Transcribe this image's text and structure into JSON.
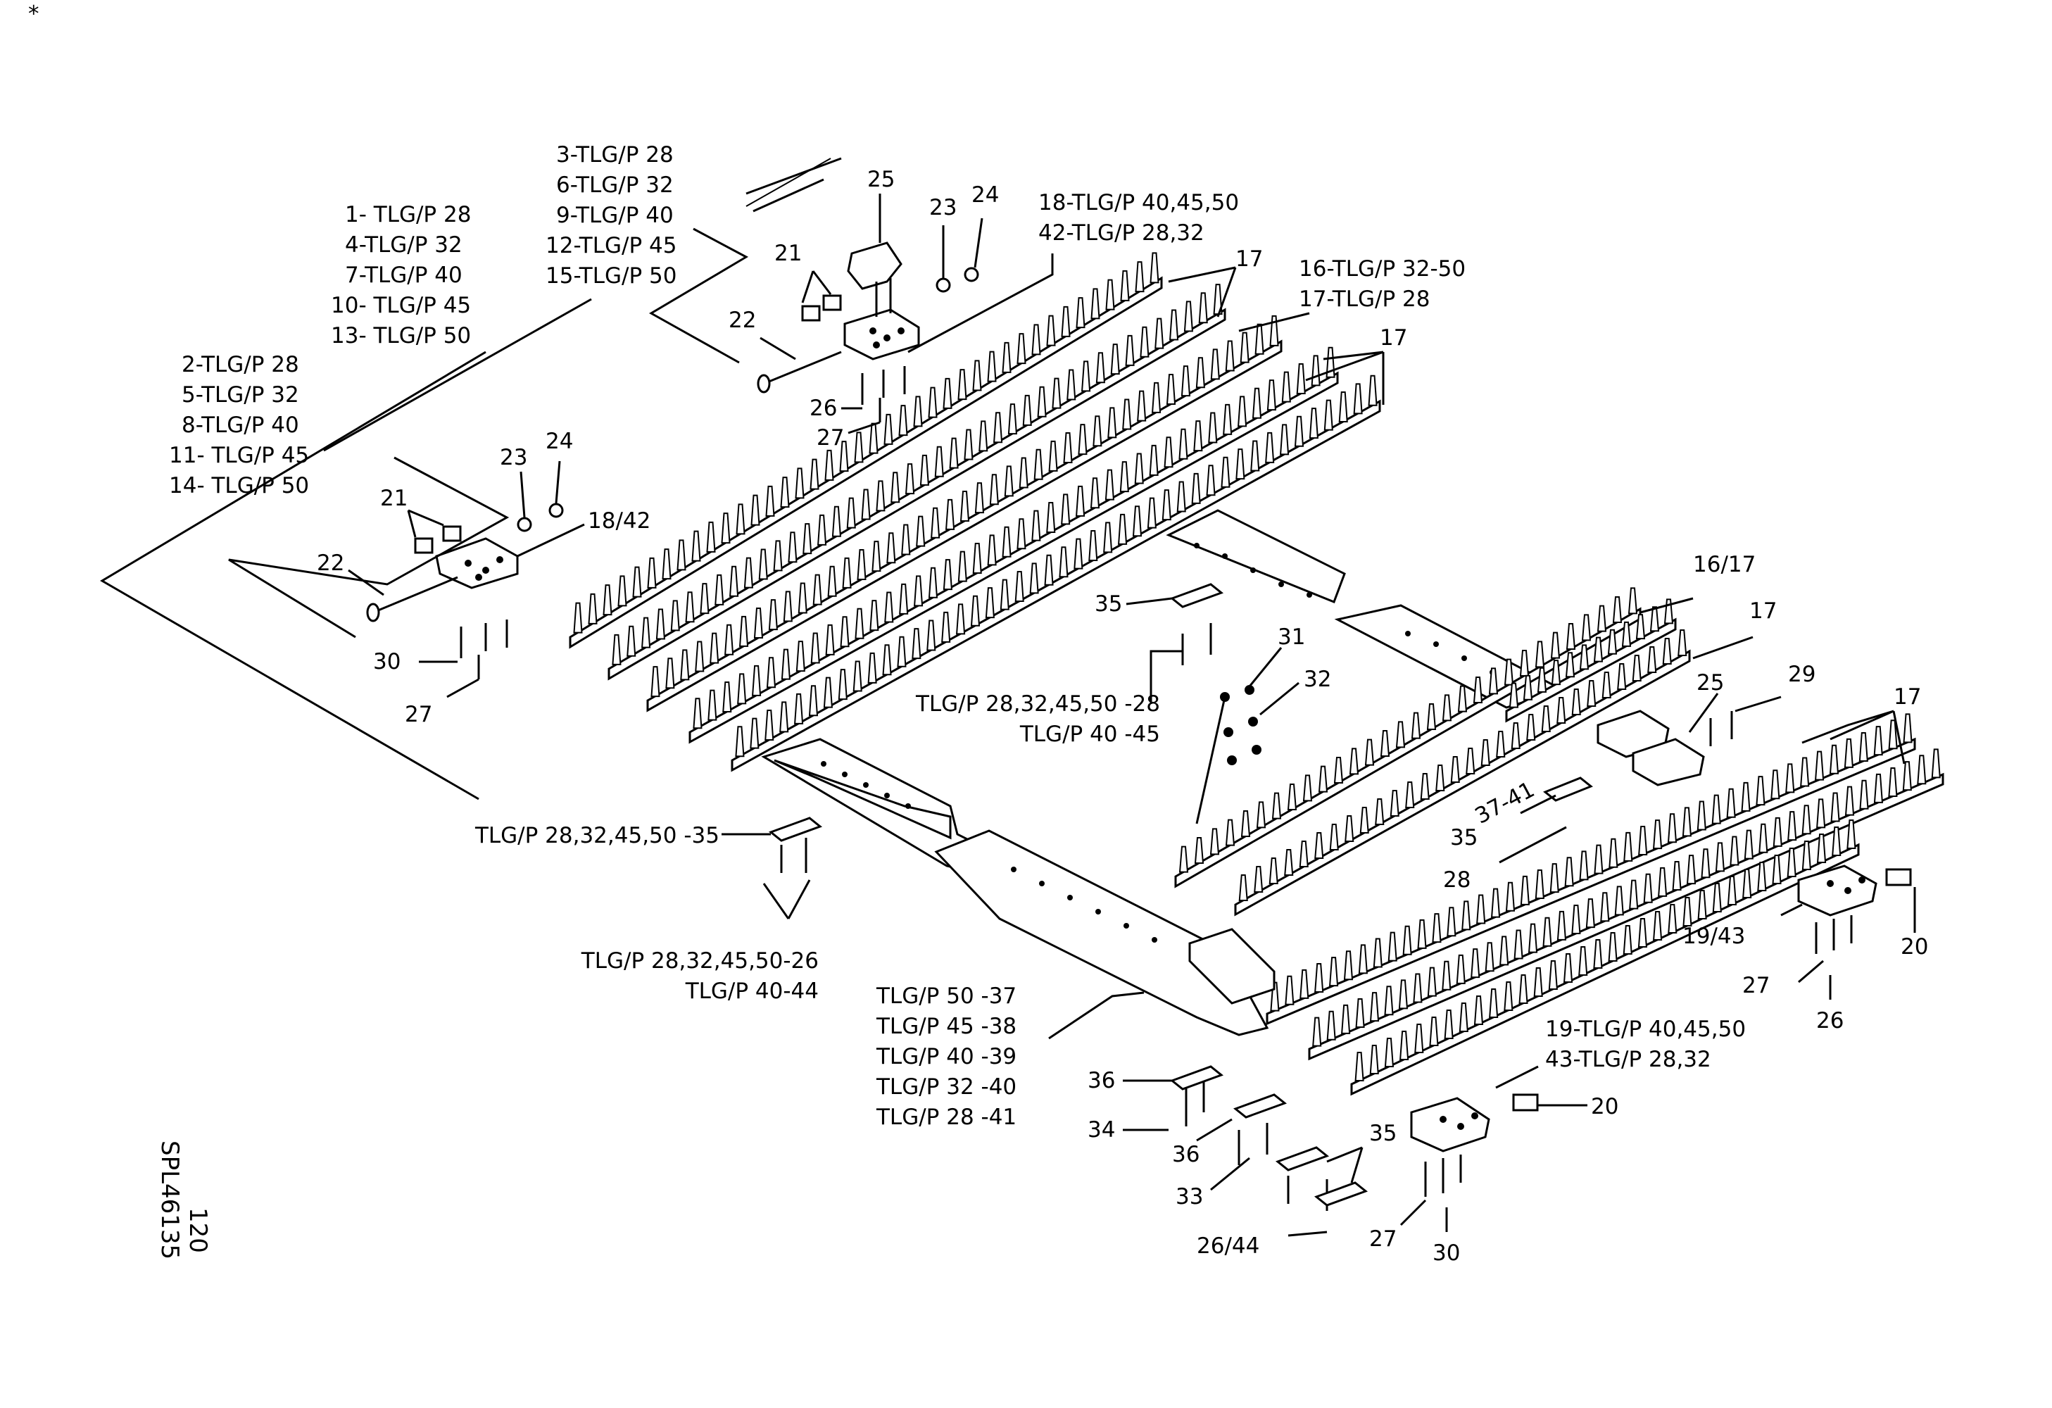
{
  "sheet": {
    "drawing_no": "SPL46135",
    "page_no": "120",
    "corner_mark": "*"
  },
  "callouts": {
    "group_3_15": [
      "3-TLG/P 28",
      "6-TLG/P 32",
      "9-TLG/P 40",
      "12-TLG/P 45",
      "15-TLG/P 50"
    ],
    "group_1_13": [
      "1- TLG/P 28",
      "4-TLG/P 32",
      "7-TLG/P 40",
      "10- TLG/P 45",
      "13- TLG/P 50"
    ],
    "group_2_14": [
      "2-TLG/P 28",
      "5-TLG/P 32",
      "8-TLG/P 40",
      "11- TLG/P 45",
      "14- TLG/P 50"
    ],
    "group_18_42": [
      "18-TLG/P 40,45,50",
      "42-TLG/P 28,32"
    ],
    "group_16_17": [
      "16-TLG/P 32-50",
      "17-TLG/P 28"
    ],
    "group_19_43": [
      "19-TLG/P 40,45,50",
      "43-TLG/P 28,32"
    ],
    "group_37_41": [
      "TLG/P 50 -37",
      "TLG/P 45 -38",
      "TLG/P 40 -39",
      "TLG/P 32 -40",
      "TLG/P 28 -41"
    ],
    "group_28_45": [
      "TLG/P 28,32,45,50 -28",
      "TLG/P 40 -45"
    ],
    "group_26_44": [
      "TLG/P 28,32,45,50-26",
      "TLG/P 40-44"
    ],
    "group_35": "TLG/P 28,32,45,50 -35",
    "item_numbers": {
      "n25_top": "25",
      "n23_top": "23",
      "n24_top": "24",
      "n21_top": "21",
      "n22_top": "22",
      "n26_top": "26",
      "n27_top": "27",
      "n17_a": "17",
      "n17_b": "17",
      "n23_left": "23",
      "n24_left": "24",
      "n21_left": "21",
      "n22_left": "22",
      "n18_42": "18/42",
      "n30_left": "30",
      "n27_left": "27",
      "n35_mid": "35",
      "n31": "31",
      "n32": "32",
      "n16_17": "16/17",
      "n17_c": "17",
      "n25_right": "25",
      "n29": "29",
      "n17_d": "17",
      "n37_41": "37-41",
      "n35_right": "35",
      "n28": "28",
      "n19_43": "19/43",
      "n20_right": "20",
      "n27_right": "27",
      "n26_right": "26",
      "n36_a": "36",
      "n34": "34",
      "n36_b": "36",
      "n33": "33",
      "n35_low": "35",
      "n26_44": "26/44",
      "n27_low": "27",
      "n30_low": "30",
      "n20_low": "20"
    }
  }
}
